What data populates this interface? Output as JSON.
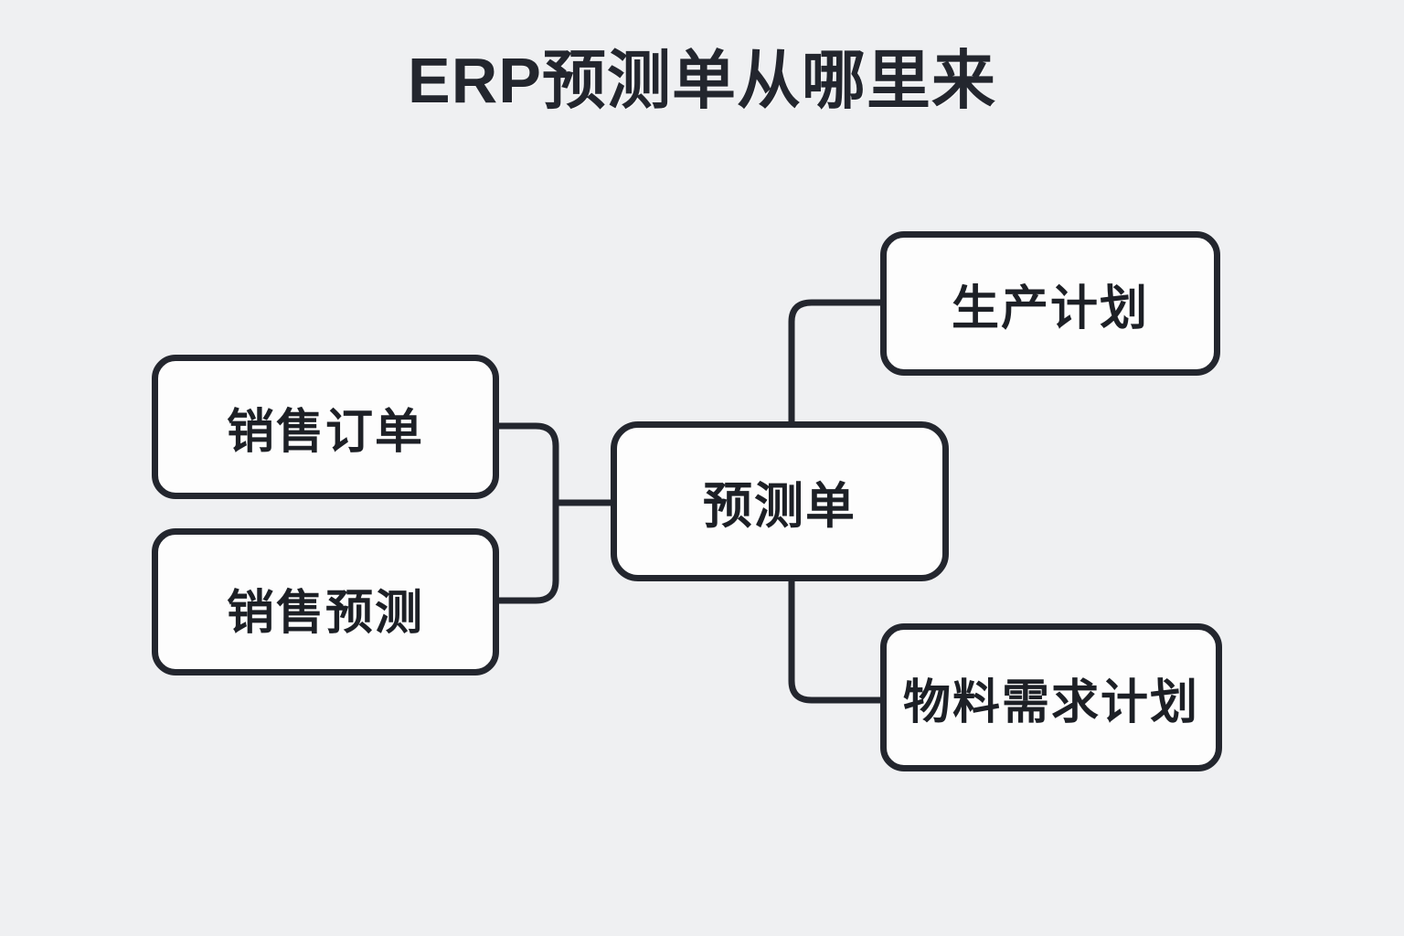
{
  "page": {
    "title": "ERP预测单从哪里来",
    "background_color": "#eff0f2",
    "ink_color": "#23262e",
    "node_fill_color": "#fdfdfd"
  },
  "diagram": {
    "type": "flowchart",
    "layout": "left-to-right-hub",
    "center": {
      "id": "forecast-order",
      "label": "预测单"
    },
    "inputs": [
      {
        "id": "sales-order",
        "label": "销售订单"
      },
      {
        "id": "sales-forecast",
        "label": "销售预测"
      }
    ],
    "outputs": [
      {
        "id": "production-plan",
        "label": "生产计划"
      },
      {
        "id": "mrp",
        "label": "物料需求计划"
      }
    ],
    "edges": [
      {
        "from": "sales-order",
        "to": "forecast-order"
      },
      {
        "from": "sales-forecast",
        "to": "forecast-order"
      },
      {
        "from": "forecast-order",
        "to": "production-plan"
      },
      {
        "from": "forecast-order",
        "to": "mrp"
      }
    ]
  }
}
